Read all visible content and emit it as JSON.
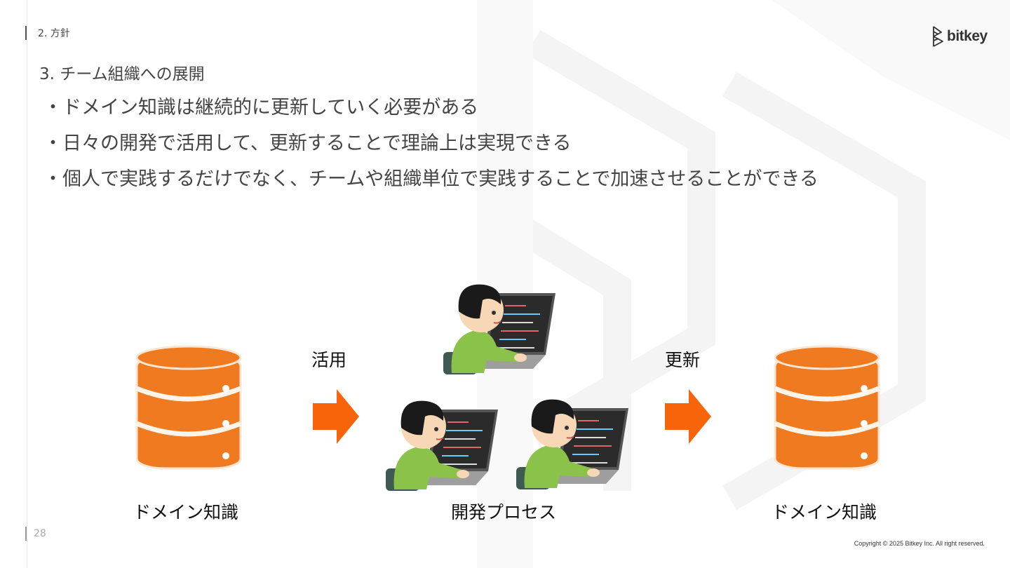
{
  "header": {
    "section": "2.  方針",
    "brand": "bitkey"
  },
  "slide": {
    "title": "3. チーム組織への展開",
    "bullets": [
      "・ドメイン知識は継続的に更新していく必要がある",
      "・日々の開発で活用して、更新することで理論上は実現できる",
      "・個人で実践するだけでなく、チームや組織単位で実践することで加速させることができる"
    ]
  },
  "diagram": {
    "source_label": "ドメイン知識",
    "use_label": "活用",
    "process_label": "開発プロセス",
    "update_label": "更新",
    "target_label": "ドメイン知識",
    "colors": {
      "database": "#f07a1f",
      "arrow": "#f76409",
      "shirt": "#8bc34a",
      "hair": "#1a1a1a"
    }
  },
  "footer": {
    "page_number": "28",
    "copyright": "Copyright © 2025 Bitkey Inc. All right reserved."
  }
}
